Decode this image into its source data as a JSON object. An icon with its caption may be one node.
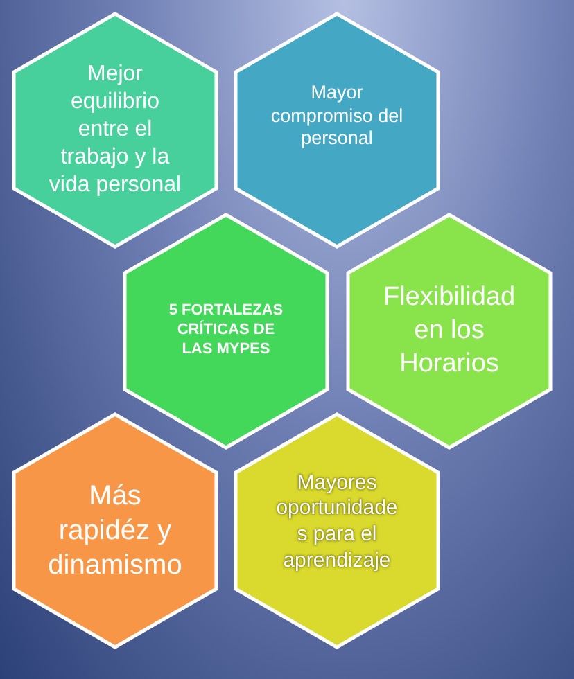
{
  "diagram": {
    "nodes": [
      {
        "text": [
          "Mejor equilibrio entre el trabajo y la vida personal"
        ]
      },
      {
        "text": [
          "Mayor compromiso del personal"
        ]
      },
      {
        "text": [
          "5 FORTALEZAS CRÍTICAS DE LAS MYPES"
        ]
      },
      {
        "text": [
          "Flexibilidad en los Horarios"
        ]
      },
      {
        "text": [
          "Más rapidéz y dinamismo"
        ]
      },
      {
        "text": [
          "Mayores oportunidades para el aprendizaje"
        ]
      }
    ]
  }
}
